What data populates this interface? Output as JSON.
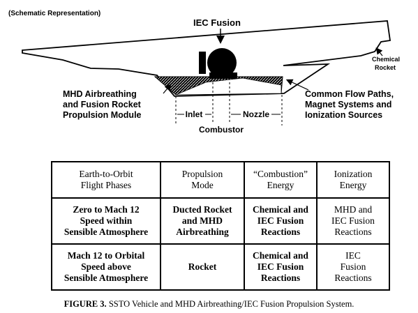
{
  "diagram": {
    "heading": "(Schematic Representation)",
    "iec_fusion": "IEC Fusion",
    "chemical": "Chemical",
    "rocket": "Rocket",
    "mhd_lines": [
      "MHD Airbreathing",
      "and Fusion Rocket",
      "Propulsion Module"
    ],
    "common_lines": [
      "Common Flow Paths,",
      "Magnet Systems and",
      "Ionization Sources"
    ],
    "inlet": "Inlet",
    "nozzle": "Nozzle",
    "combustor": "Combustor"
  },
  "table": {
    "headers": [
      "Earth-to-Orbit\nFlight Phases",
      "Propulsion\nMode",
      "“Combustion”\nEnergy",
      "Ionization\nEnergy"
    ],
    "rows": [
      [
        "Zero to Mach 12\nSpeed within\nSensible Atmosphere",
        "Ducted Rocket\nand MHD\nAirbreathing",
        "Chemical and\nIEC Fusion\nReactions",
        "MHD and\nIEC Fusion\nReactions"
      ],
      [
        "Mach 12 to Orbital\nSpeed above\nSensible Atmosphere",
        "Rocket",
        "Chemical and\nIEC Fusion\nReactions",
        "IEC\nFusion\nReactions"
      ]
    ]
  },
  "caption": {
    "label": "FIGURE 3.",
    "text": " SSTO Vehicle and MHD Airbreathing/IEC Fusion Propulsion System."
  }
}
